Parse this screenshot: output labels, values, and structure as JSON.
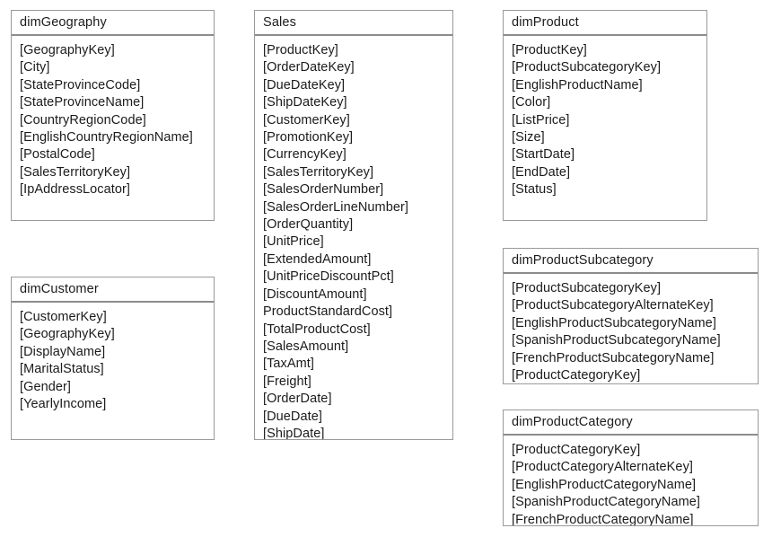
{
  "diagram": {
    "type": "database-schema",
    "entities": [
      {
        "id": "dimGeography",
        "name": "dimGeography",
        "fields": [
          "[GeographyKey]",
          "[City]",
          "[StateProvinceCode]",
          "[StateProvinceName]",
          "[CountryRegionCode]",
          "[EnglishCountryRegionName]",
          "[PostalCode]",
          "[SalesTerritoryKey]",
          "[IpAddressLocator]"
        ]
      },
      {
        "id": "dimCustomer",
        "name": "dimCustomer",
        "fields": [
          "[CustomerKey]",
          "[GeographyKey]",
          "[DisplayName]",
          "[MaritalStatus]",
          "[Gender]",
          "[YearlyIncome]"
        ]
      },
      {
        "id": "Sales",
        "name": "Sales",
        "fields": [
          "[ProductKey]",
          "[OrderDateKey]",
          "[DueDateKey]",
          "[ShipDateKey]",
          "[CustomerKey]",
          "[PromotionKey]",
          "[CurrencyKey]",
          "[SalesTerritoryKey]",
          "[SalesOrderNumber]",
          "[SalesOrderLineNumber]",
          "[OrderQuantity]",
          "[UnitPrice]",
          "[ExtendedAmount]",
          "[UnitPriceDiscountPct]",
          "[DiscountAmount]",
          "ProductStandardCost]",
          "[TotalProductCost]",
          "[SalesAmount]",
          "[TaxAmt]",
          "[Freight]",
          "[OrderDate]",
          "[DueDate]",
          "[ShipDate]"
        ]
      },
      {
        "id": "dimProduct",
        "name": "dimProduct",
        "fields": [
          "[ProductKey]",
          "[ProductSubcategoryKey]",
          "[EnglishProductName]",
          "[Color]",
          "[ListPrice]",
          "[Size]",
          "[StartDate]",
          "[EndDate]",
          "[Status]"
        ]
      },
      {
        "id": "dimProductSubcategory",
        "name": "dimProductSubcategory",
        "fields": [
          "[ProductSubcategoryKey]",
          "[ProductSubcategoryAlternateKey]",
          "[EnglishProductSubcategoryName]",
          "[SpanishProductSubcategoryName]",
          "[FrenchProductSubcategoryName]",
          "[ProductCategoryKey]"
        ]
      },
      {
        "id": "dimProductCategory",
        "name": "dimProductCategory",
        "fields": [
          "[ProductCategoryKey]",
          "[ProductCategoryAlternateKey]",
          "[EnglishProductCategoryName]",
          "[SpanishProductCategoryName]",
          "[FrenchProductCategoryName]"
        ]
      }
    ],
    "colors": {
      "background": "#ffffff",
      "border": "#9a9a9a",
      "header_rule": "#8c8c8c",
      "text": "#1b1b1b"
    }
  }
}
